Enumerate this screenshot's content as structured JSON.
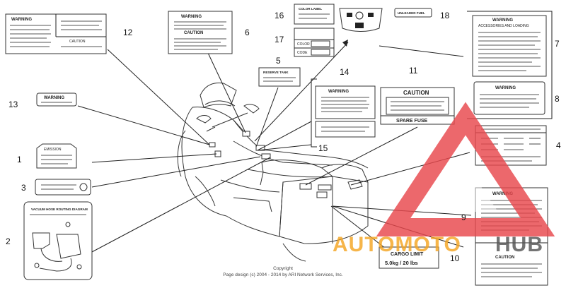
{
  "callouts": {
    "n1": "1",
    "n2": "2",
    "n3": "3",
    "n4": "4",
    "n5": "5",
    "n6": "6",
    "n7": "7",
    "n8": "8",
    "n9": "9",
    "n10": "10",
    "n11": "11",
    "n12": "12",
    "n13": "13",
    "n14": "14",
    "n15": "15",
    "n16": "16",
    "n17": "17",
    "n18": "18"
  },
  "labels": {
    "warning": "WARNING",
    "caution": "CAUTION",
    "reserve_tank": "RESERVE TANK",
    "color_label": "COLOR LABEL",
    "color": "COLOR",
    "code": "CODE",
    "unleaded_fuel": "UNLEADED FUEL",
    "accessories_loading": "ACCESSORIES AND LOADING",
    "spare_fuse": "SPARE FUSE",
    "vacuum_hose": "VACUUM HOSE ROUTING DIAGRAM",
    "emission": "EMISSION",
    "cargo_limit": "CARGO LIMIT",
    "cargo_value": "5.0kg / 20 lbs"
  },
  "copyright": {
    "line1": "Copyright",
    "line2": "Page design (c) 2004 - 2014 by ARI Network Services, Inc."
  },
  "watermark": {
    "text_a": "AUTOMOTO",
    "text_b": "HUB",
    "color_red": "#e8474c",
    "color_orange": "#f5a623",
    "color_gray": "#555555"
  }
}
